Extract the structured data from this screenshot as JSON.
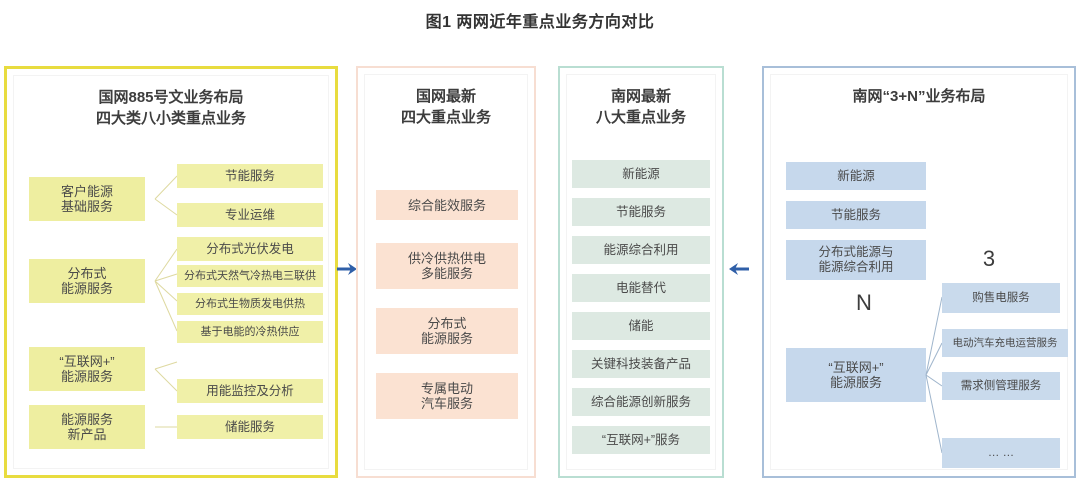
{
  "figure": {
    "title": "图1 两网近年重点业务方向对比"
  },
  "arrows": [
    {
      "name": "arrow-right",
      "direction": "right",
      "color": "#2f5fa8"
    },
    {
      "name": "arrow-left",
      "direction": "left",
      "color": "#2f5fa8"
    }
  ],
  "panel1": {
    "title": "国网885号文业务布局\n四大类八小类重点业务",
    "border_color": "#e8dc3f",
    "box_color": "#f0f0a8",
    "categories": [
      {
        "label": "客户能源\n基础服务"
      },
      {
        "label": "分布式\n能源服务"
      },
      {
        "label": "“互联网+”\n能源服务"
      },
      {
        "label": "能源服务\n新产品"
      }
    ],
    "items": [
      {
        "label": "节能服务"
      },
      {
        "label": "专业运维"
      },
      {
        "label": "分布式光伏发电"
      },
      {
        "label": "分布式天然气冷热电三联供"
      },
      {
        "label": "分布式生物质发电供热"
      },
      {
        "label": "基于电能的冷热供应"
      },
      {
        "label": "用能监控及分析"
      },
      {
        "label": "储能服务"
      }
    ]
  },
  "panel2": {
    "title": "国网最新\n四大重点业务",
    "border_color": "#f7ded2",
    "box_color": "#fbe2d2",
    "items": [
      {
        "label": "综合能效服务"
      },
      {
        "label": "供冷供热供电\n多能服务"
      },
      {
        "label": "分布式\n能源服务"
      },
      {
        "label": "专属电动\n汽车服务"
      }
    ]
  },
  "panel3": {
    "title": "南网最新\n八大重点业务",
    "border_color": "#b9ded2",
    "box_color": "#dde9e2",
    "items": [
      {
        "label": "新能源"
      },
      {
        "label": "节能服务"
      },
      {
        "label": "能源综合利用"
      },
      {
        "label": "电能替代"
      },
      {
        "label": "储能"
      },
      {
        "label": "关键科技装备产品"
      },
      {
        "label": "综合能源创新服务"
      },
      {
        "label": "“互联网+”服务"
      }
    ]
  },
  "panel4": {
    "title": "南网“3+N”业务布局",
    "border_color": "#a8bfd9",
    "box_color": "#c6d8ec",
    "group3_label": "3",
    "groupN_label": "N",
    "group3_items": [
      {
        "label": "新能源"
      },
      {
        "label": "节能服务"
      },
      {
        "label": "分布式能源与\n能源综合利用"
      }
    ],
    "groupN_main": "“互联网+”\n能源服务",
    "groupN_items": [
      {
        "label": "购售电服务"
      },
      {
        "label": "电动汽车充电运营服务"
      },
      {
        "label": "需求侧管理服务"
      },
      {
        "label": "… …"
      }
    ]
  }
}
